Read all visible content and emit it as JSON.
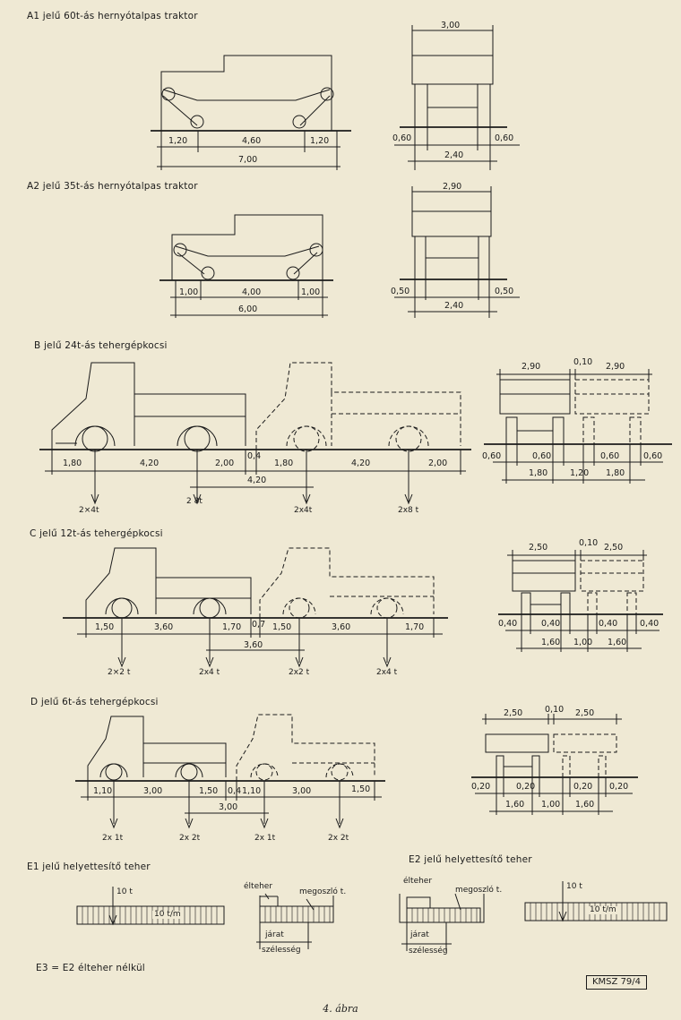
{
  "figure": {
    "caption": "4. ábra",
    "stamp": "KMSZ 79/4"
  },
  "sections": {
    "a1": {
      "title": "A1 jelű 60t-ás hernyótalpas traktor",
      "side_dims": [
        "1,20",
        "4,60",
        "1,20",
        "7,00"
      ],
      "front_dims": [
        "3,00",
        "0,60",
        "0,60",
        "2,40"
      ]
    },
    "a2": {
      "title": "A2 jelű 35t-ás hernyótalpas traktor",
      "side_dims": [
        "1,00",
        "4,00",
        "1,00",
        "6,00"
      ],
      "front_dims": [
        "2,90",
        "0,50",
        "0,50",
        "2,40"
      ]
    },
    "b": {
      "title": "B jelű 24t-ás tehergépkocsi",
      "side_dims": [
        "1,80",
        "4,20",
        "2,00",
        "0,4",
        "1,80",
        "4,20",
        "2,00",
        "4,20"
      ],
      "loads": [
        "2×4t",
        "2 8t",
        "2x4t",
        "2x8 t"
      ],
      "front_dims": [
        "2,90",
        "0,10",
        "2,90",
        "0,60",
        "0,60",
        "0,60",
        "0,60",
        "1,80",
        "1,20",
        "1,80"
      ]
    },
    "c": {
      "title": "C jelű 12t-ás tehergépkocsi",
      "side_dims": [
        "1,50",
        "3,60",
        "1,70",
        "0,7",
        "1,50",
        "3,60",
        "1,70",
        "3,60"
      ],
      "loads": [
        "2×2 t",
        "2x4 t",
        "2x2 t",
        "2x4 t"
      ],
      "front_dims": [
        "2,50",
        "0,10",
        "2,50",
        "0,40",
        "0,40",
        "0,40",
        "0,40",
        "1,60",
        "1,00",
        "1,60"
      ]
    },
    "d": {
      "title": "D jelű 6t-ás tehergépkocsi",
      "side_dims": [
        "1,10",
        "3,00",
        "1,50",
        "0,4",
        "1,10",
        "3,00",
        "1,50",
        "3,00"
      ],
      "loads": [
        "2x 1t",
        "2x 2t",
        "2x 1t",
        "2x 2t"
      ],
      "front_dims": [
        "2,50",
        "0,10",
        "2,50",
        "0,20",
        "0,20",
        "0,20",
        "0,20",
        "1,60",
        "1,00",
        "1,60"
      ]
    },
    "e1": {
      "title": "E1 jelű helyettesítő teher",
      "point_load": "10 t",
      "dist_load": "10 t/m",
      "elteher": "élteher",
      "megoszlo": "megoszló t.",
      "jarat": "járat",
      "szelesseg": "szélesség"
    },
    "e2": {
      "title": "E2 jelű helyettesítő teher",
      "point_load": "10 t",
      "dist_load": "10 t/m",
      "elteher": "élteher",
      "megoszlo": "megoszló t.",
      "jarat": "járat",
      "szelesseg": "szélesség"
    },
    "e3": {
      "note": "E3 = E2 élteher nélkül"
    }
  }
}
